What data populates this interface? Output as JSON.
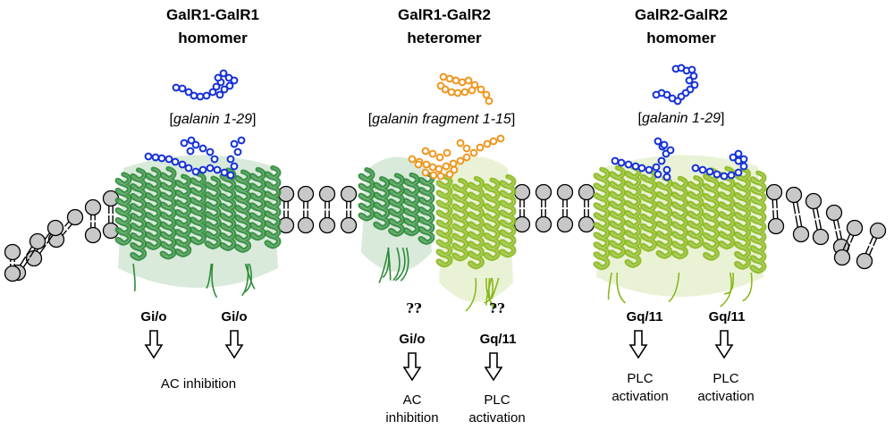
{
  "colors": {
    "galr1_green": "#2e8b3a",
    "galr2_green": "#8ab81c",
    "galanin_full_blue": "#1430d8",
    "galanin_fragment_orange": "#f0961e",
    "lipid_gray": "#c8c8c8"
  },
  "panels": [
    {
      "title_line1": "GalR1-GalR1",
      "title_line2": "homomer",
      "ligand_open": "[",
      "ligand_text": "galanin 1-29",
      "ligand_close": "]",
      "left_gprotein": "Gi/o",
      "right_gprotein": "Gi/o",
      "effect": "AC inhibition"
    },
    {
      "title_line1": "GalR1-GalR2",
      "title_line2": "heteromer",
      "ligand_open": "[",
      "ligand_text": "galanin fragment 1-15",
      "ligand_close": "]",
      "left_unknown": "??",
      "right_unknown": "??",
      "left_gprotein": "Gi/o",
      "right_gprotein": "Gq/11",
      "left_effect_line1": "AC",
      "left_effect_line2": "inhibition",
      "right_effect_line1": "PLC",
      "right_effect_line2": "activation"
    },
    {
      "title_line1": "GalR2-GalR2",
      "title_line2": "homomer",
      "ligand_open": "[",
      "ligand_text": "galanin 1-29",
      "ligand_close": "]",
      "left_gprotein": "Gq/11",
      "right_gprotein": "Gq/11",
      "left_effect_line1": "PLC",
      "left_effect_line2": "activation",
      "right_effect_line1": "PLC",
      "right_effect_line2": "activation"
    }
  ]
}
